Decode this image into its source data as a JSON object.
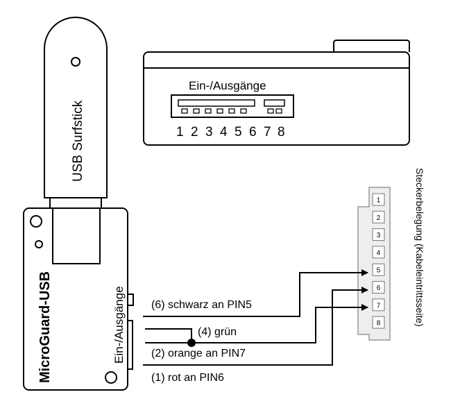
{
  "usb_stick": {
    "label": "USB Surfstick"
  },
  "device": {
    "name": "MicroGuard-USB",
    "port_label": "Ein-/Ausgänge"
  },
  "top_view": {
    "port_label": "Ein-/Ausgänge",
    "pin_numbers": [
      "1",
      "2",
      "3",
      "4",
      "5",
      "6",
      "7",
      "8"
    ]
  },
  "connector": {
    "title": "Steckerbelegung (Kabeleintrittsseite)",
    "pins": [
      "1",
      "2",
      "3",
      "4",
      "5",
      "6",
      "7",
      "8"
    ]
  },
  "wires": [
    {
      "label": "(6) schwarz an PIN5"
    },
    {
      "label": "(4) grün"
    },
    {
      "label": "(2) orange an PIN7"
    },
    {
      "label": "(1) rot an PIN6"
    }
  ]
}
